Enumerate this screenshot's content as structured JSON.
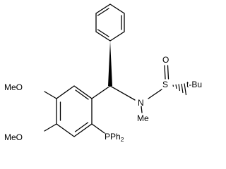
{
  "labels": {
    "methoxy_upper": "MeO",
    "methoxy_lower": "MeO",
    "nitrogen": "N",
    "n_methyl": "Me",
    "sulfur": "S",
    "oxygen": "O",
    "tert_butyl": "t-Bu",
    "phosphine_main": "PPh",
    "phosphine_subscript": "2"
  }
}
